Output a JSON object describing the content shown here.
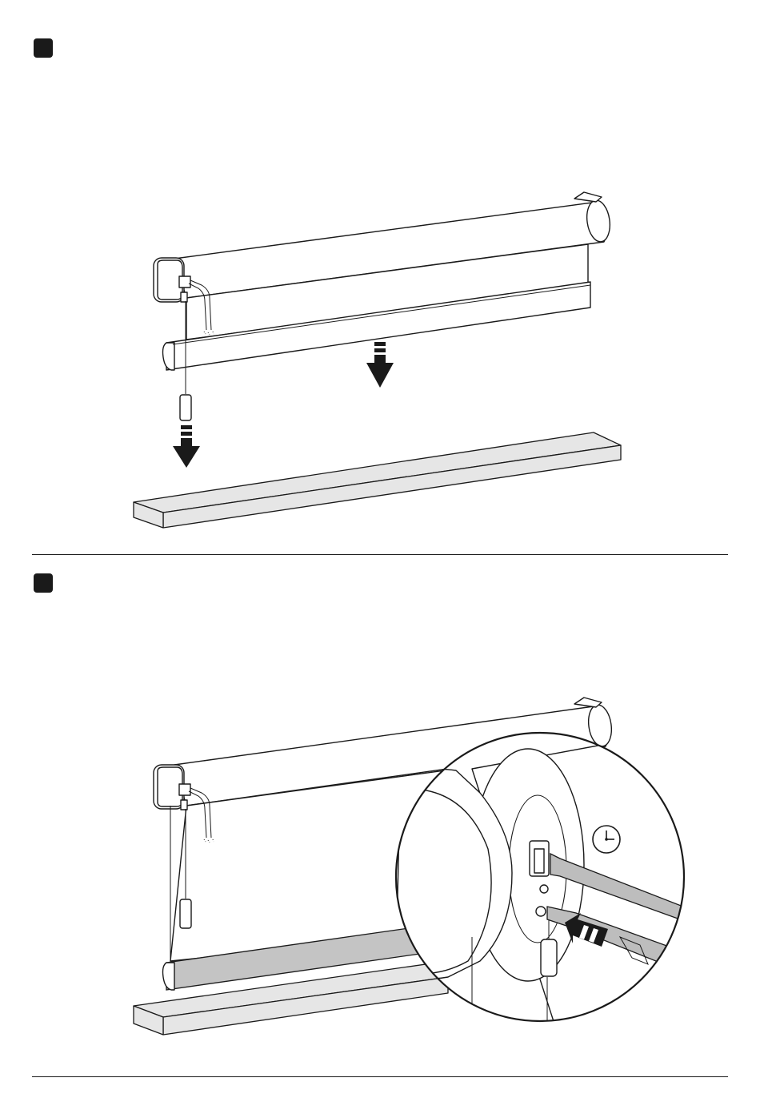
{
  "steps": [
    {
      "id": "step-1",
      "badge_color": "#1a1a1a"
    },
    {
      "id": "step-2",
      "badge_color": "#1a1a1a"
    }
  ],
  "colors": {
    "line": "#1a1a1a",
    "board_fill": "#e6e6e6",
    "rail_fill": "#c4c4c4",
    "rod_fill": "#bdbdbd"
  },
  "icons": [
    "down-arrow-icon",
    "insert-arrow-icon",
    "clock-icon",
    "magnifier-circle"
  ]
}
